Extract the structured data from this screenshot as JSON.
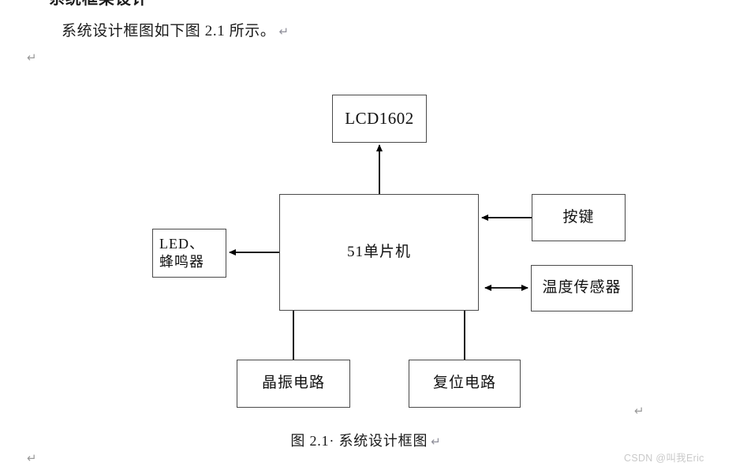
{
  "document": {
    "heading_clipped": "系统框架设计",
    "intro_line": "系统设计框图如下图 2.1 所示。",
    "return_mark": "↵",
    "caption": "图 2.1· 系统设计框图",
    "watermark": "CSDN @叫我Eric"
  },
  "diagram": {
    "title": "系统设计框图",
    "nodes": {
      "lcd": {
        "label": "LCD1602"
      },
      "mcu": {
        "label": "51单片机"
      },
      "led": {
        "line1": "LED、",
        "line2": "蜂鸣器"
      },
      "key": {
        "label": "按键"
      },
      "temp": {
        "label": "温度传感器"
      },
      "xtal": {
        "label": "晶振电路"
      },
      "reset": {
        "label": "复位电路"
      }
    },
    "connections": [
      {
        "from": "mcu",
        "to": "lcd",
        "arrow": "single",
        "direction": "up"
      },
      {
        "from": "mcu",
        "to": "led",
        "arrow": "single",
        "direction": "left"
      },
      {
        "from": "key",
        "to": "mcu",
        "arrow": "single",
        "direction": "left"
      },
      {
        "from": "mcu",
        "to": "temp",
        "arrow": "double",
        "direction": "horizontal"
      },
      {
        "from": "mcu",
        "to": "xtal",
        "arrow": "none",
        "direction": "down"
      },
      {
        "from": "mcu",
        "to": "reset",
        "arrow": "none",
        "direction": "down"
      }
    ],
    "colors": {
      "box_border": "#4a4a4a",
      "wire": "#000000",
      "page_background": "#ffffff",
      "watermark": "#c9c9c9"
    }
  }
}
